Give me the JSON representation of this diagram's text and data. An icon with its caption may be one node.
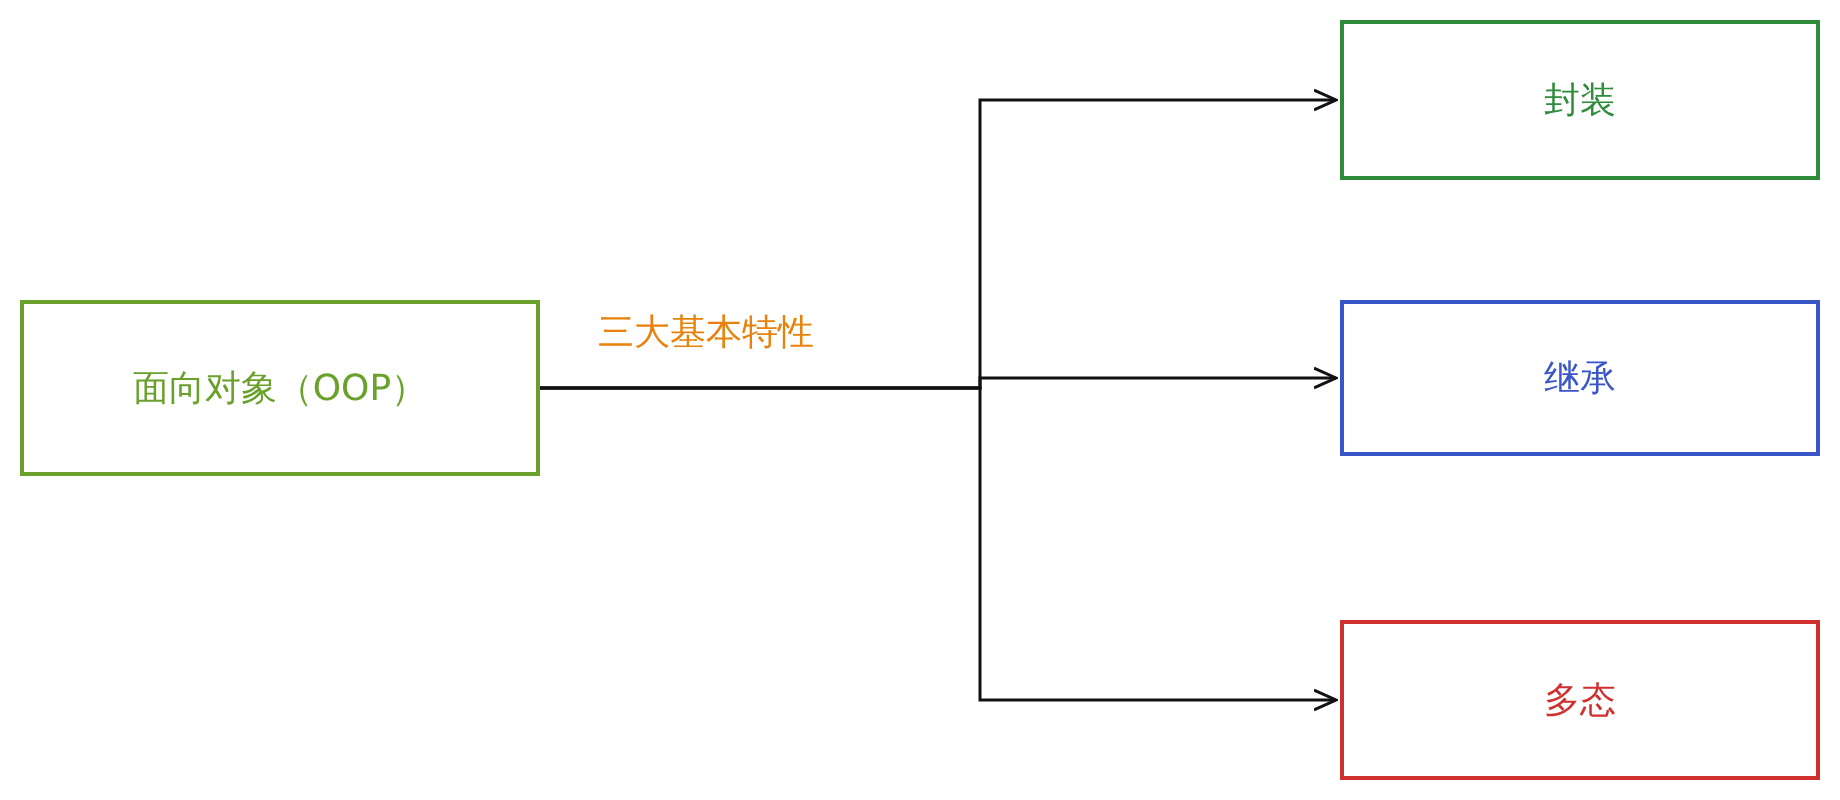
{
  "diagram": {
    "nodes": [
      {
        "text": [
          "面向对象（OOP）"
        ]
      },
      {
        "text": [
          "封装"
        ]
      },
      {
        "text": [
          "继承"
        ]
      },
      {
        "text": [
          "多态"
        ]
      }
    ],
    "edges": [
      {
        "from": 0,
        "to": 1,
        "arrow": "to"
      },
      {
        "from": 0,
        "to": 2,
        "arrow": "to",
        "label": "三大基本特性"
      },
      {
        "from": 0,
        "to": 3,
        "arrow": "to"
      }
    ]
  }
}
